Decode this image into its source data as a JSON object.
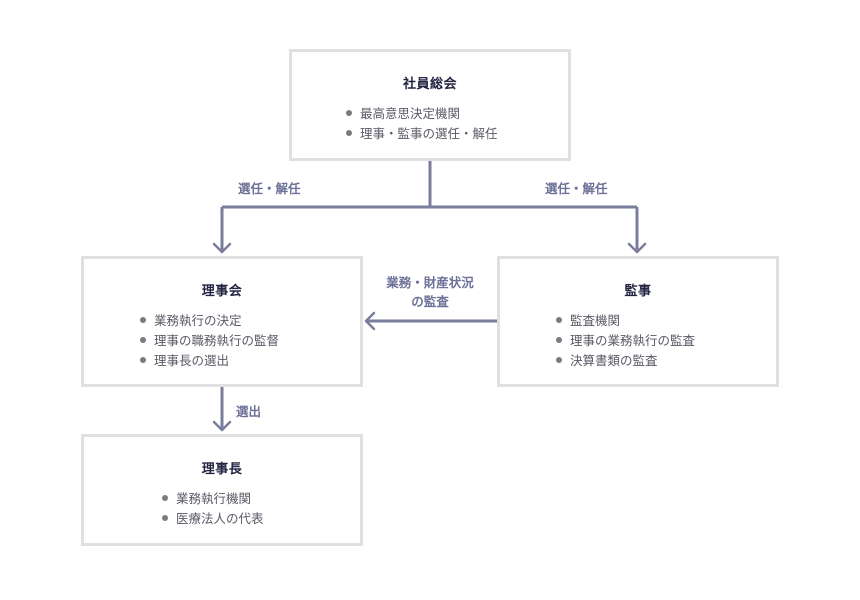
{
  "nodes": {
    "general_meeting": {
      "title": "社員総会",
      "items": [
        "最高意思決定機関",
        "理事・監事の選任・解任"
      ]
    },
    "board": {
      "title": "理事会",
      "items": [
        "業務執行の決定",
        "理事の職務執行の監督",
        "理事長の選出"
      ]
    },
    "auditor": {
      "title": "監事",
      "items": [
        "監査機関",
        "理事の業務執行の監査",
        "決算書類の監査"
      ]
    },
    "chairman": {
      "title": "理事長",
      "items": [
        "業務執行機関",
        "医療法人の代表"
      ]
    }
  },
  "edges": {
    "to_board": "選任・解任",
    "to_auditor": "選任・解任",
    "audit_line1": "業務・財産状況",
    "audit_line2": "の監査",
    "to_chairman": "選出"
  },
  "colors": {
    "arrow": "#7a7d9c",
    "box_border": "#e0e0e2",
    "title": "#232342",
    "edge_label": "#6e7299"
  }
}
